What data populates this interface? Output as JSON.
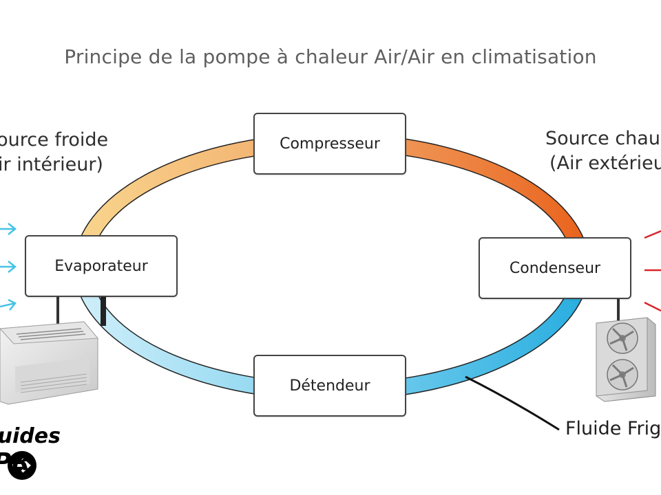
{
  "title": "Principe de la pompe à chaleur Air/Air en climatisation",
  "nodes": {
    "compressor": "Compresseur",
    "evaporator": "Evaporateur",
    "condenser": "Condenseur",
    "expansion_valve": "Détendeur"
  },
  "cold_source": {
    "line1": "Source froide",
    "line2": "(Air intérieur)"
  },
  "hot_source": {
    "line1": "Source chaude",
    "line2": "(Air extérieur)"
  },
  "fluid_label": "Fluide Frigorigène",
  "logo": {
    "line1": "Guides",
    "line2": "PR"
  },
  "colors": {
    "warm_light": "#f8d48c",
    "warm_dark": "#e9641e",
    "cold_light": "#cdeef9",
    "cold_dark": "#2aaee0",
    "cold_arrow": "#45c3e6",
    "hot_arrow": "#d8252a",
    "box_border": "#444444",
    "title_text": "#5f5f5f"
  },
  "icons": [
    "indoor-unit-icon",
    "outdoor-unit-icon",
    "cold-air-arrow-icon",
    "hot-air-arrow-icon",
    "arrow-circle-icon"
  ]
}
